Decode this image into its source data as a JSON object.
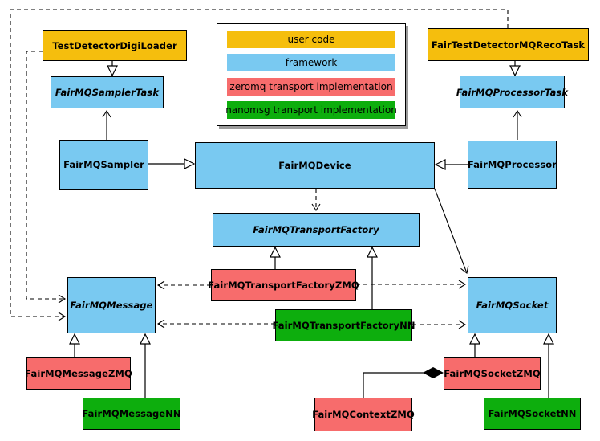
{
  "colors": {
    "user_code": "#F5BE0D",
    "framework": "#79C9F1",
    "zeromq": "#F76C6C",
    "nanomsg": "#0DAE0D",
    "line": "#000000",
    "legend_shadow": "#9b9b9b"
  },
  "legend": {
    "items": [
      {
        "label": "user code",
        "color": "user_code"
      },
      {
        "label": "framework",
        "color": "framework"
      },
      {
        "label": "zeromq transport implementation",
        "color": "zeromq"
      },
      {
        "label": "nanomsg transport implementation",
        "color": "nanomsg"
      }
    ]
  },
  "nodes": {
    "test_detector_digi_loader": {
      "label": "TestDetectorDigiLoader",
      "category": "user_code",
      "abstract": false
    },
    "fair_test_detector_mq_reco_task": {
      "label": "FairTestDetectorMQRecoTask",
      "category": "user_code",
      "abstract": false
    },
    "fairmq_sampler_task": {
      "label": "FairMQSamplerTask",
      "category": "framework",
      "abstract": true
    },
    "fairmq_processor_task": {
      "label": "FairMQProcessorTask",
      "category": "framework",
      "abstract": true
    },
    "fairmq_sampler": {
      "label": "FairMQSampler",
      "category": "framework",
      "abstract": false
    },
    "fairmq_device": {
      "label": "FairMQDevice",
      "category": "framework",
      "abstract": false
    },
    "fairmq_processor": {
      "label": "FairMQProcessor",
      "category": "framework",
      "abstract": false
    },
    "fairmq_transport_factory": {
      "label": "FairMQTransportFactory",
      "category": "framework",
      "abstract": true
    },
    "fairmq_transport_factory_zmq": {
      "label": "FairMQTransportFactoryZMQ",
      "category": "zeromq",
      "abstract": false
    },
    "fairmq_transport_factory_nn": {
      "label": "FairMQTransportFactoryNN",
      "category": "nanomsg",
      "abstract": false
    },
    "fairmq_message": {
      "label": "FairMQMessage",
      "category": "framework",
      "abstract": true
    },
    "fairmq_socket": {
      "label": "FairMQSocket",
      "category": "framework",
      "abstract": true
    },
    "fairmq_message_zmq": {
      "label": "FairMQMessageZMQ",
      "category": "zeromq",
      "abstract": false
    },
    "fairmq_message_nn": {
      "label": "FairMQMessageNN",
      "category": "nanomsg",
      "abstract": false
    },
    "fairmq_context_zmq": {
      "label": "FairMQContextZMQ",
      "category": "zeromq",
      "abstract": false
    },
    "fairmq_socket_zmq": {
      "label": "FairMQSocketZMQ",
      "category": "zeromq",
      "abstract": false
    },
    "fairmq_socket_nn": {
      "label": "FairMQSocketNN",
      "category": "nanomsg",
      "abstract": false
    }
  },
  "edges": [
    {
      "from": "TestDetectorDigiLoader",
      "to": "FairMQSamplerTask",
      "type": "inheritance"
    },
    {
      "from": "FairTestDetectorMQRecoTask",
      "to": "FairMQProcessorTask",
      "type": "inheritance"
    },
    {
      "from": "FairMQSampler",
      "to": "FairMQDevice",
      "type": "inheritance"
    },
    {
      "from": "FairMQProcessor",
      "to": "FairMQDevice",
      "type": "inheritance"
    },
    {
      "from": "FairMQSampler",
      "to": "FairMQSamplerTask",
      "type": "association"
    },
    {
      "from": "FairMQProcessor",
      "to": "FairMQProcessorTask",
      "type": "association"
    },
    {
      "from": "FairMQDevice",
      "to": "FairMQTransportFactory",
      "type": "dependency"
    },
    {
      "from": "FairMQDevice",
      "to": "FairMQSocket",
      "type": "association"
    },
    {
      "from": "FairMQTransportFactoryZMQ",
      "to": "FairMQTransportFactory",
      "type": "inheritance"
    },
    {
      "from": "FairMQTransportFactoryNN",
      "to": "FairMQTransportFactory",
      "type": "inheritance"
    },
    {
      "from": "FairMQTransportFactoryZMQ",
      "to": "FairMQMessage",
      "type": "dependency"
    },
    {
      "from": "FairMQTransportFactoryZMQ",
      "to": "FairMQSocket",
      "type": "dependency"
    },
    {
      "from": "FairMQTransportFactoryNN",
      "to": "FairMQMessage",
      "type": "dependency"
    },
    {
      "from": "FairMQTransportFactoryNN",
      "to": "FairMQSocket",
      "type": "dependency"
    },
    {
      "from": "FairMQMessageZMQ",
      "to": "FairMQMessage",
      "type": "inheritance"
    },
    {
      "from": "FairMQMessageNN",
      "to": "FairMQMessage",
      "type": "inheritance"
    },
    {
      "from": "FairMQSocketZMQ",
      "to": "FairMQSocket",
      "type": "inheritance"
    },
    {
      "from": "FairMQSocketNN",
      "to": "FairMQSocket",
      "type": "inheritance"
    },
    {
      "from": "FairMQSocketZMQ",
      "to": "FairMQContextZMQ",
      "type": "composition"
    },
    {
      "from": "TestDetectorDigiLoader",
      "to": "FairMQMessage",
      "type": "dependency"
    },
    {
      "from": "FairTestDetectorMQRecoTask",
      "to": "FairMQMessage",
      "type": "dependency"
    }
  ]
}
